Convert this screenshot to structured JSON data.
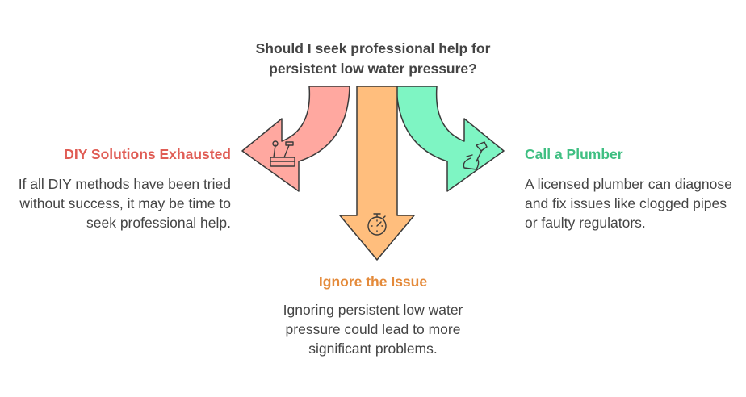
{
  "question": {
    "line1": "Should I seek professional help for",
    "line2": "persistent low water pressure?"
  },
  "options": {
    "left": {
      "title": "DIY Solutions Exhausted",
      "description": "If all DIY methods have been tried without success, it may be time to seek professional help.",
      "icon": "toolbox-icon",
      "color": "#ffa8a0"
    },
    "middle": {
      "title": "Ignore the Issue",
      "description": "Ignoring persistent low water pressure could lead to more significant problems.",
      "icon": "stopwatch-icon",
      "color": "#ffbe7d"
    },
    "right": {
      "title": "Call a Plumber",
      "description": "A licensed plumber can diagnose and fix issues like clogged pipes or faulty regulators.",
      "icon": "plunger-icon",
      "color": "#7ef5c3"
    }
  },
  "colors": {
    "left_title": "#e05d55",
    "middle_title": "#e48a3a",
    "right_title": "#3fbf82",
    "outline": "#3a3a3a",
    "text": "#444444"
  }
}
